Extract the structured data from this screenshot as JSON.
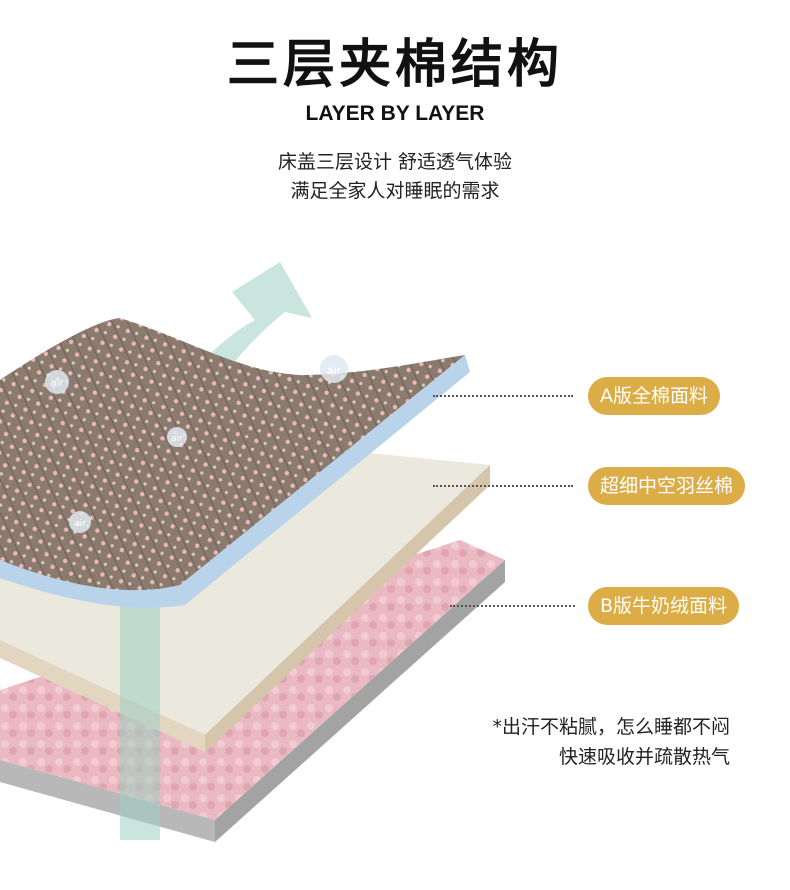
{
  "header": {
    "title": "三层夹棉结构",
    "subtitle": "LAYER BY LAYER",
    "desc_line1": "床盖三层设计 舒适透气体验",
    "desc_line2": "满足全家人对睡眠的需求"
  },
  "layers": [
    {
      "label": "A版全棉面料"
    },
    {
      "label": "超细中空羽丝棉"
    },
    {
      "label": "B版牛奶绒面料"
    }
  ],
  "air_bubble_text": "air",
  "notes": {
    "line1": "*出汗不粘腻，怎么睡都不闷",
    "line2": "快速吸收并疏散热气"
  },
  "colors": {
    "badge": "#dcad47",
    "arrow": "#9fcfc3",
    "floral": "#8b7b6f",
    "filling": "#ebe8de",
    "pink": "#ebb9c2"
  }
}
